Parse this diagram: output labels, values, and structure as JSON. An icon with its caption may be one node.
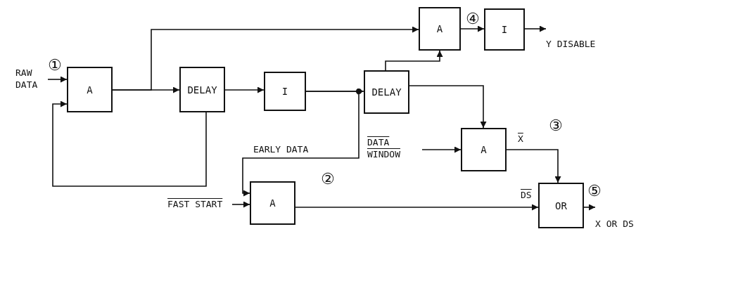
{
  "diagram": {
    "nodes": [
      {
        "text": [
          "A"
        ]
      },
      {
        "text": [
          "DELAY"
        ]
      },
      {
        "text": [
          "I"
        ]
      },
      {
        "text": [
          "DELAY"
        ]
      },
      {
        "text": [
          "A"
        ]
      },
      {
        "text": [
          "I"
        ]
      },
      {
        "text": [
          "A"
        ]
      },
      {
        "text": [
          "A"
        ]
      },
      {
        "text": [
          "OR"
        ]
      },
      {
        "text": [
          "RAW DATA"
        ]
      },
      {
        "text": [
          "DATA WINDOW"
        ]
      },
      {
        "text": [
          "FAST START"
        ]
      },
      {
        "text": [
          "Y DISABLE"
        ]
      },
      {
        "text": [
          "X OR DS"
        ]
      }
    ],
    "edges": [
      {
        "from": 9,
        "to": 0,
        "arrow": "to"
      },
      {
        "from": 0,
        "to": 1,
        "arrow": "to"
      },
      {
        "from": 0,
        "to": 4,
        "arrow": "to"
      },
      {
        "from": 1,
        "to": 0,
        "arrow": "to"
      },
      {
        "from": 1,
        "to": 2,
        "arrow": "to"
      },
      {
        "from": 2,
        "to": 3,
        "arrow": "to"
      },
      {
        "from": 2,
        "to": 7,
        "arrow": "to",
        "label": "EARLY DATA"
      },
      {
        "from": 3,
        "to": 4,
        "arrow": "to"
      },
      {
        "from": 3,
        "to": 6,
        "arrow": "to"
      },
      {
        "from": 10,
        "to": 6,
        "arrow": "to"
      },
      {
        "from": 4,
        "to": 5,
        "arrow": "to"
      },
      {
        "from": 5,
        "to": 12,
        "arrow": "to"
      },
      {
        "from": 6,
        "to": 8,
        "arrow": "to",
        "label": "X"
      },
      {
        "from": 11,
        "to": 7,
        "arrow": "to"
      },
      {
        "from": 7,
        "to": 8,
        "arrow": "to",
        "label": "DS"
      },
      {
        "from": 8,
        "to": 13,
        "arrow": "to"
      }
    ],
    "labels": [
      "①",
      "④",
      "③",
      "②",
      "⑤"
    ]
  }
}
